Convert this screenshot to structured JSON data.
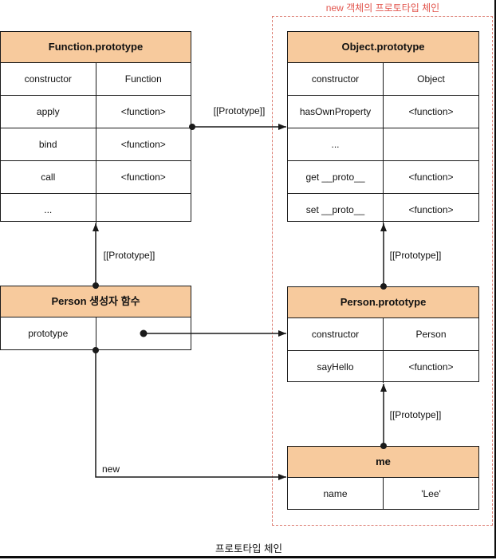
{
  "diagram": {
    "region_title": "new 객체의 프로토타입 체인",
    "bottom_title": "프로토타입 체인",
    "labels": {
      "prototype_link": "[[Prototype]]",
      "new_operator": "new"
    },
    "colors": {
      "header_fill": "#f7ca9d",
      "table_border": "#1a1a1a",
      "dashed_region": "#dc7b70",
      "region_title_text": "#e2554d"
    },
    "tables": [
      {
        "id": "function-prototype",
        "title": "Function.prototype",
        "rows": [
          [
            "constructor",
            "Function"
          ],
          [
            "apply",
            "<function>"
          ],
          [
            "bind",
            "<function>"
          ],
          [
            "call",
            "<function>"
          ],
          [
            "...",
            ""
          ]
        ]
      },
      {
        "id": "object-prototype",
        "title": "Object.prototype",
        "rows": [
          [
            "constructor",
            "Object"
          ],
          [
            "hasOwnProperty",
            "<function>"
          ],
          [
            "...",
            ""
          ],
          [
            "get __proto__",
            "<function>"
          ],
          [
            "set __proto__",
            "<function>"
          ]
        ]
      },
      {
        "id": "person-constructor",
        "title": "Person 생성자 함수",
        "rows": [
          [
            "prototype",
            ""
          ]
        ]
      },
      {
        "id": "person-prototype",
        "title": "Person.prototype",
        "rows": [
          [
            "constructor",
            "Person"
          ],
          [
            "sayHello",
            "<function>"
          ]
        ]
      },
      {
        "id": "me",
        "title": "me",
        "rows": [
          [
            "name",
            "'Lee'"
          ]
        ]
      }
    ]
  }
}
